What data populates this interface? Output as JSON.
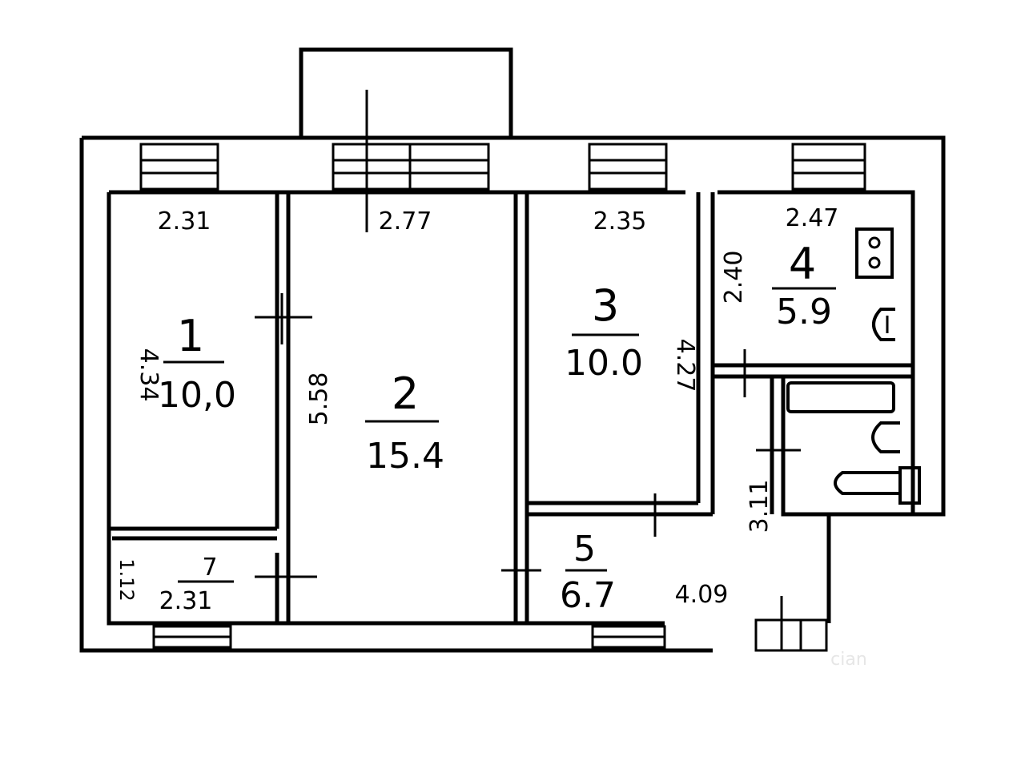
{
  "rooms": [
    {
      "number": "1",
      "area": "10,0"
    },
    {
      "number": "2",
      "area": "15.4"
    },
    {
      "number": "3",
      "area": "10.0"
    },
    {
      "number": "4",
      "area": "5.9"
    },
    {
      "number": "5",
      "area": "6.7"
    },
    {
      "number": "7",
      "area": "2.31"
    }
  ],
  "dimensions": {
    "room1_width": "2.31",
    "room2_width": "2.77",
    "room3_width": "2.35",
    "room4_width": "2.47",
    "room1_height": "4.34",
    "room2_height": "5.58",
    "room3_height": "4.27",
    "room4_height": "2.40",
    "bath_height": "3.11",
    "room7_height": "1.12",
    "hall_length": "4.09"
  },
  "watermark": "cian"
}
